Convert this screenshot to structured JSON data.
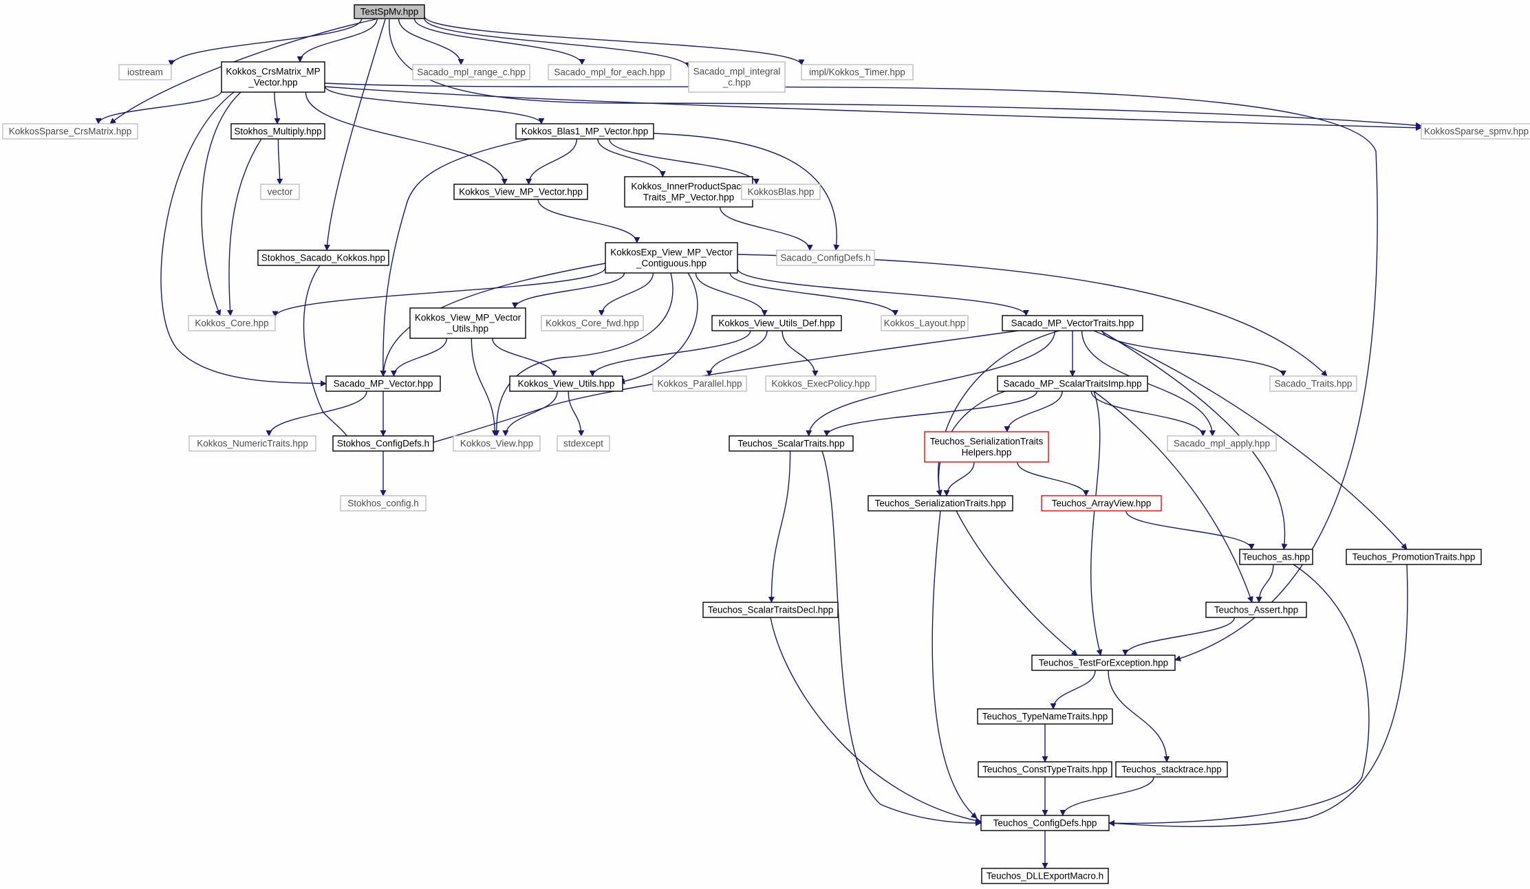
{
  "colors": {
    "edge": "#191970",
    "node_border": "#000000",
    "node_border_gray": "#bfbfbf",
    "node_border_red": "#ff0000",
    "root_fill": "#bfbfbf",
    "text_dark": "#000000",
    "text_gray": "#4d4d4d"
  },
  "nodes": [
    {
      "id": "root",
      "lines": [
        "TestSpMv.hpp"
      ],
      "style": "root"
    },
    {
      "id": "iostream",
      "lines": [
        "iostream"
      ],
      "style": "gray"
    },
    {
      "id": "crs",
      "lines": [
        "Kokkos_CrsMatrix_MP",
        "_Vector.hpp"
      ],
      "style": "normal"
    },
    {
      "id": "mpl_range",
      "lines": [
        "Sacado_mpl_range_c.hpp"
      ],
      "style": "gray"
    },
    {
      "id": "mpl_foreach",
      "lines": [
        "Sacado_mpl_for_each.hpp"
      ],
      "style": "gray"
    },
    {
      "id": "mpl_integral",
      "lines": [
        "Sacado_mpl_integral",
        "_c.hpp"
      ],
      "style": "gray"
    },
    {
      "id": "timer",
      "lines": [
        "impl/Kokkos_Timer.hpp"
      ],
      "style": "gray"
    },
    {
      "id": "ks_crs",
      "lines": [
        "KokkosSparse_CrsMatrix.hpp"
      ],
      "style": "gray"
    },
    {
      "id": "ks_spmv",
      "lines": [
        "KokkosSparse_spmv.hpp"
      ],
      "style": "gray"
    },
    {
      "id": "multiply",
      "lines": [
        "Stokhos_Multiply.hpp"
      ],
      "style": "normal"
    },
    {
      "id": "blas1",
      "lines": [
        "Kokkos_Blas1_MP_Vector.hpp"
      ],
      "style": "normal"
    },
    {
      "id": "vector",
      "lines": [
        "vector"
      ],
      "style": "gray"
    },
    {
      "id": "view_mp",
      "lines": [
        "Kokkos_View_MP_Vector.hpp"
      ],
      "style": "normal"
    },
    {
      "id": "inner",
      "lines": [
        "Kokkos_InnerProductSpace",
        "Traits_MP_Vector.hpp"
      ],
      "style": "normal"
    },
    {
      "id": "kblas",
      "lines": [
        "KokkosBlas.hpp"
      ],
      "style": "gray"
    },
    {
      "id": "sacado_cfg",
      "lines": [
        "Sacado_ConfigDefs.h"
      ],
      "style": "gray"
    },
    {
      "id": "stok_sac",
      "lines": [
        "Stokhos_Sacado_Kokkos.hpp"
      ],
      "style": "normal"
    },
    {
      "id": "kexp",
      "lines": [
        "KokkosExp_View_MP_Vector",
        "_Contiguous.hpp"
      ],
      "style": "normal"
    },
    {
      "id": "kcore",
      "lines": [
        "Kokkos_Core.hpp"
      ],
      "style": "gray"
    },
    {
      "id": "vmp_utils",
      "lines": [
        "Kokkos_View_MP_Vector",
        "_Utils.hpp"
      ],
      "style": "normal"
    },
    {
      "id": "kcore_fwd",
      "lines": [
        "Kokkos_Core_fwd.hpp"
      ],
      "style": "gray"
    },
    {
      "id": "vutils_def",
      "lines": [
        "Kokkos_View_Utils_Def.hpp"
      ],
      "style": "normal"
    },
    {
      "id": "klayout",
      "lines": [
        "Kokkos_Layout.hpp"
      ],
      "style": "gray"
    },
    {
      "id": "mpv_traits",
      "lines": [
        "Sacado_MP_VectorTraits.hpp"
      ],
      "style": "normal"
    },
    {
      "id": "sac_mpv",
      "lines": [
        "Sacado_MP_Vector.hpp"
      ],
      "style": "normal"
    },
    {
      "id": "vutils",
      "lines": [
        "Kokkos_View_Utils.hpp"
      ],
      "style": "normal"
    },
    {
      "id": "kparallel",
      "lines": [
        "Kokkos_Parallel.hpp"
      ],
      "style": "gray"
    },
    {
      "id": "kexec",
      "lines": [
        "Kokkos_ExecPolicy.hpp"
      ],
      "style": "gray"
    },
    {
      "id": "scalar_imp",
      "lines": [
        "Sacado_MP_ScalarTraitsImp.hpp"
      ],
      "style": "normal"
    },
    {
      "id": "sac_traits",
      "lines": [
        "Sacado_Traits.hpp"
      ],
      "style": "gray"
    },
    {
      "id": "knum",
      "lines": [
        "Kokkos_NumericTraits.hpp"
      ],
      "style": "gray"
    },
    {
      "id": "stok_cfg",
      "lines": [
        "Stokhos_ConfigDefs.h"
      ],
      "style": "normal"
    },
    {
      "id": "kview",
      "lines": [
        "Kokkos_View.hpp"
      ],
      "style": "gray"
    },
    {
      "id": "stdexcept",
      "lines": [
        "stdexcept"
      ],
      "style": "gray"
    },
    {
      "id": "t_scalar",
      "lines": [
        "Teuchos_ScalarTraits.hpp"
      ],
      "style": "normal"
    },
    {
      "id": "ser_helpers",
      "lines": [
        "Teuchos_SerializationTraits",
        "Helpers.hpp"
      ],
      "style": "red"
    },
    {
      "id": "mpl_apply",
      "lines": [
        "Sacado_mpl_apply.hpp"
      ],
      "style": "gray"
    },
    {
      "id": "stok_config",
      "lines": [
        "Stokhos_config.h"
      ],
      "style": "gray"
    },
    {
      "id": "ser_traits",
      "lines": [
        "Teuchos_SerializationTraits.hpp"
      ],
      "style": "normal"
    },
    {
      "id": "arrayview",
      "lines": [
        "Teuchos_ArrayView.hpp"
      ],
      "style": "red"
    },
    {
      "id": "t_as",
      "lines": [
        "Teuchos_as.hpp"
      ],
      "style": "normal"
    },
    {
      "id": "t_promo",
      "lines": [
        "Teuchos_PromotionTraits.hpp"
      ],
      "style": "normal"
    },
    {
      "id": "t_scalar_decl",
      "lines": [
        "Teuchos_ScalarTraitsDecl.hpp"
      ],
      "style": "normal"
    },
    {
      "id": "t_assert",
      "lines": [
        "Teuchos_Assert.hpp"
      ],
      "style": "normal"
    },
    {
      "id": "t_testfor",
      "lines": [
        "Teuchos_TestForException.hpp"
      ],
      "style": "normal"
    },
    {
      "id": "t_typename",
      "lines": [
        "Teuchos_TypeNameTraits.hpp"
      ],
      "style": "normal"
    },
    {
      "id": "t_const",
      "lines": [
        "Teuchos_ConstTypeTraits.hpp"
      ],
      "style": "normal"
    },
    {
      "id": "t_stack",
      "lines": [
        "Teuchos_stacktrace.hpp"
      ],
      "style": "normal"
    },
    {
      "id": "t_cfg",
      "lines": [
        "Teuchos_ConfigDefs.hpp"
      ],
      "style": "normal"
    },
    {
      "id": "t_dll",
      "lines": [
        "Teuchos_DLLExportMacro.h"
      ],
      "style": "normal"
    }
  ],
  "edges": [
    [
      "root",
      "iostream"
    ],
    [
      "root",
      "crs"
    ],
    [
      "root",
      "mpl_range"
    ],
    [
      "root",
      "mpl_foreach"
    ],
    [
      "root",
      "mpl_integral"
    ],
    [
      "root",
      "timer"
    ],
    [
      "root",
      "ks_crs"
    ],
    [
      "root",
      "ks_spmv"
    ],
    [
      "root",
      "stok_sac"
    ],
    [
      "crs",
      "ks_crs"
    ],
    [
      "crs",
      "ks_spmv"
    ],
    [
      "crs",
      "multiply"
    ],
    [
      "crs",
      "blas1"
    ],
    [
      "crs",
      "view_mp"
    ],
    [
      "crs",
      "kcore"
    ],
    [
      "crs",
      "sac_mpv"
    ],
    [
      "crs",
      "t_testfor"
    ],
    [
      "multiply",
      "vector"
    ],
    [
      "multiply",
      "kcore"
    ],
    [
      "blas1",
      "view_mp"
    ],
    [
      "blas1",
      "inner"
    ],
    [
      "blas1",
      "kblas"
    ],
    [
      "blas1",
      "sacado_cfg"
    ],
    [
      "blas1",
      "sac_mpv"
    ],
    [
      "view_mp",
      "kexp"
    ],
    [
      "inner",
      "sacado_cfg"
    ],
    [
      "stok_sac",
      "stok_cfg"
    ],
    [
      "kexp",
      "kcore"
    ],
    [
      "kexp",
      "vmp_utils"
    ],
    [
      "kexp",
      "kcore_fwd"
    ],
    [
      "kexp",
      "vutils_def"
    ],
    [
      "kexp",
      "klayout"
    ],
    [
      "kexp",
      "mpv_traits"
    ],
    [
      "kexp",
      "sac_mpv"
    ],
    [
      "kexp",
      "vutils"
    ],
    [
      "kexp",
      "kview"
    ],
    [
      "kexp",
      "sac_traits"
    ],
    [
      "vmp_utils",
      "sac_mpv"
    ],
    [
      "vmp_utils",
      "vutils"
    ],
    [
      "vmp_utils",
      "kview"
    ],
    [
      "vutils_def",
      "vutils"
    ],
    [
      "vutils_def",
      "kparallel"
    ],
    [
      "vutils_def",
      "kexec"
    ],
    [
      "mpv_traits",
      "scalar_imp"
    ],
    [
      "mpv_traits",
      "sac_traits"
    ],
    [
      "mpv_traits",
      "t_scalar"
    ],
    [
      "mpv_traits",
      "ser_traits"
    ],
    [
      "mpv_traits",
      "stok_cfg"
    ],
    [
      "mpv_traits",
      "mpl_apply"
    ],
    [
      "mpv_traits",
      "t_as"
    ],
    [
      "mpv_traits",
      "t_promo"
    ],
    [
      "sac_mpv",
      "knum"
    ],
    [
      "sac_mpv",
      "stok_cfg"
    ],
    [
      "vutils",
      "kview"
    ],
    [
      "vutils",
      "stdexcept"
    ],
    [
      "scalar_imp",
      "t_scalar"
    ],
    [
      "scalar_imp",
      "ser_helpers"
    ],
    [
      "scalar_imp",
      "mpl_apply"
    ],
    [
      "scalar_imp",
      "ser_traits"
    ],
    [
      "scalar_imp",
      "t_testfor"
    ],
    [
      "scalar_imp",
      "t_assert"
    ],
    [
      "stok_cfg",
      "stok_config"
    ],
    [
      "t_scalar",
      "t_scalar_decl"
    ],
    [
      "t_scalar",
      "t_cfg"
    ],
    [
      "ser_helpers",
      "ser_traits"
    ],
    [
      "ser_helpers",
      "arrayview"
    ],
    [
      "ser_traits",
      "t_testfor"
    ],
    [
      "ser_traits",
      "t_cfg"
    ],
    [
      "arrayview",
      "t_as"
    ],
    [
      "t_as",
      "t_assert"
    ],
    [
      "t_as",
      "t_cfg"
    ],
    [
      "t_promo",
      "t_cfg"
    ],
    [
      "t_scalar_decl",
      "t_cfg"
    ],
    [
      "t_assert",
      "t_testfor"
    ],
    [
      "t_testfor",
      "t_typename"
    ],
    [
      "t_testfor",
      "t_stack"
    ],
    [
      "t_typename",
      "t_const"
    ],
    [
      "t_const",
      "t_cfg"
    ],
    [
      "t_stack",
      "t_cfg"
    ],
    [
      "t_cfg",
      "t_dll"
    ]
  ]
}
